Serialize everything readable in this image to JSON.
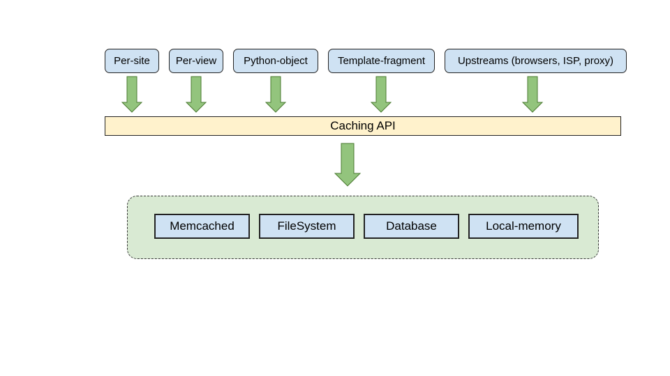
{
  "diagram": {
    "sources": [
      {
        "label": "Per-site"
      },
      {
        "label": "Per-view"
      },
      {
        "label": "Python-object"
      },
      {
        "label": "Template-fragment"
      },
      {
        "label": "Upstreams (browsers, ISP, proxy)"
      }
    ],
    "api": {
      "label": "Caching API"
    },
    "backends": [
      {
        "label": "Memcached"
      },
      {
        "label": "FileSystem"
      },
      {
        "label": "Database"
      },
      {
        "label": "Local-memory"
      }
    ],
    "colors": {
      "source_fill": "#cfe2f3",
      "api_fill": "#fff2cc",
      "arrow_fill": "#93c47d",
      "group_fill": "#d9ead3",
      "backend_fill": "#cfe2f3"
    }
  }
}
